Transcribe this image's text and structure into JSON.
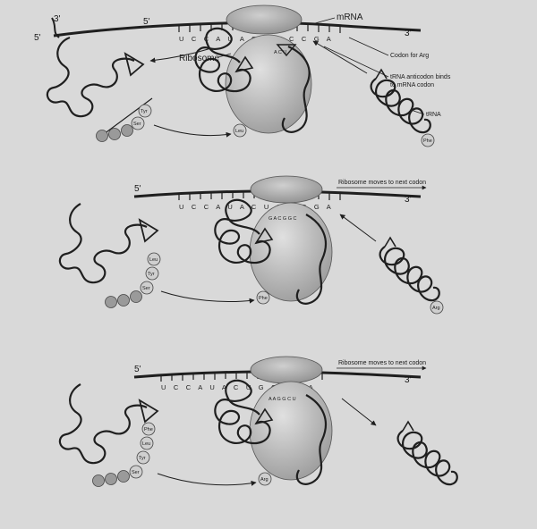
{
  "colors": {
    "paper": "#d9d9d9",
    "ink": "#1f1f1f",
    "ribosome_small": "#bdbdbd",
    "ribosome_large": "#a8a8a8",
    "bead": "#9a9a9a"
  },
  "panel1": {
    "label_mrna": "mRNA",
    "label_ribosome": "Ribosome",
    "label_codon_arg": "Codon for Arg",
    "label_anticodon_line1": "tRNA anticodon binds",
    "label_anticodon_line2": "to mRNA codon",
    "label_trna": "tRNA",
    "prime_3_left": "3'",
    "prime_5_left": "5'",
    "prime_5_top": "5'",
    "prime_3_right": "3'",
    "mrna_sequence": "U C C A U A C U G C C G A",
    "anticodon": "A C U",
    "aa_tyr": "Tyr",
    "aa_ser": "Ser",
    "aa_leu": "Leu",
    "aa_phe": "Phe"
  },
  "panel2": {
    "label_move": "Ribosome moves to next codon",
    "prime_5": "5'",
    "prime_3": "3'",
    "mrna_sequence": "U C C A U A C U G C C G A",
    "anticodon": "G A C G G C",
    "aa_leu": "Leu",
    "aa_tyr": "Tyr",
    "aa_ser": "Ser",
    "aa_phe": "Phe",
    "aa_arg": "Arg"
  },
  "panel3": {
    "label_move": "Ribosome moves to next codon",
    "prime_5": "5'",
    "prime_3": "3'",
    "mrna_sequence": "U C C A U A C U G C C G A",
    "anticodon": "A A G G C U",
    "aa_phe": "Phe",
    "aa_leu": "Leu",
    "aa_tyr": "Tyr",
    "aa_ser": "Ser",
    "aa_arg": "Arg"
  }
}
